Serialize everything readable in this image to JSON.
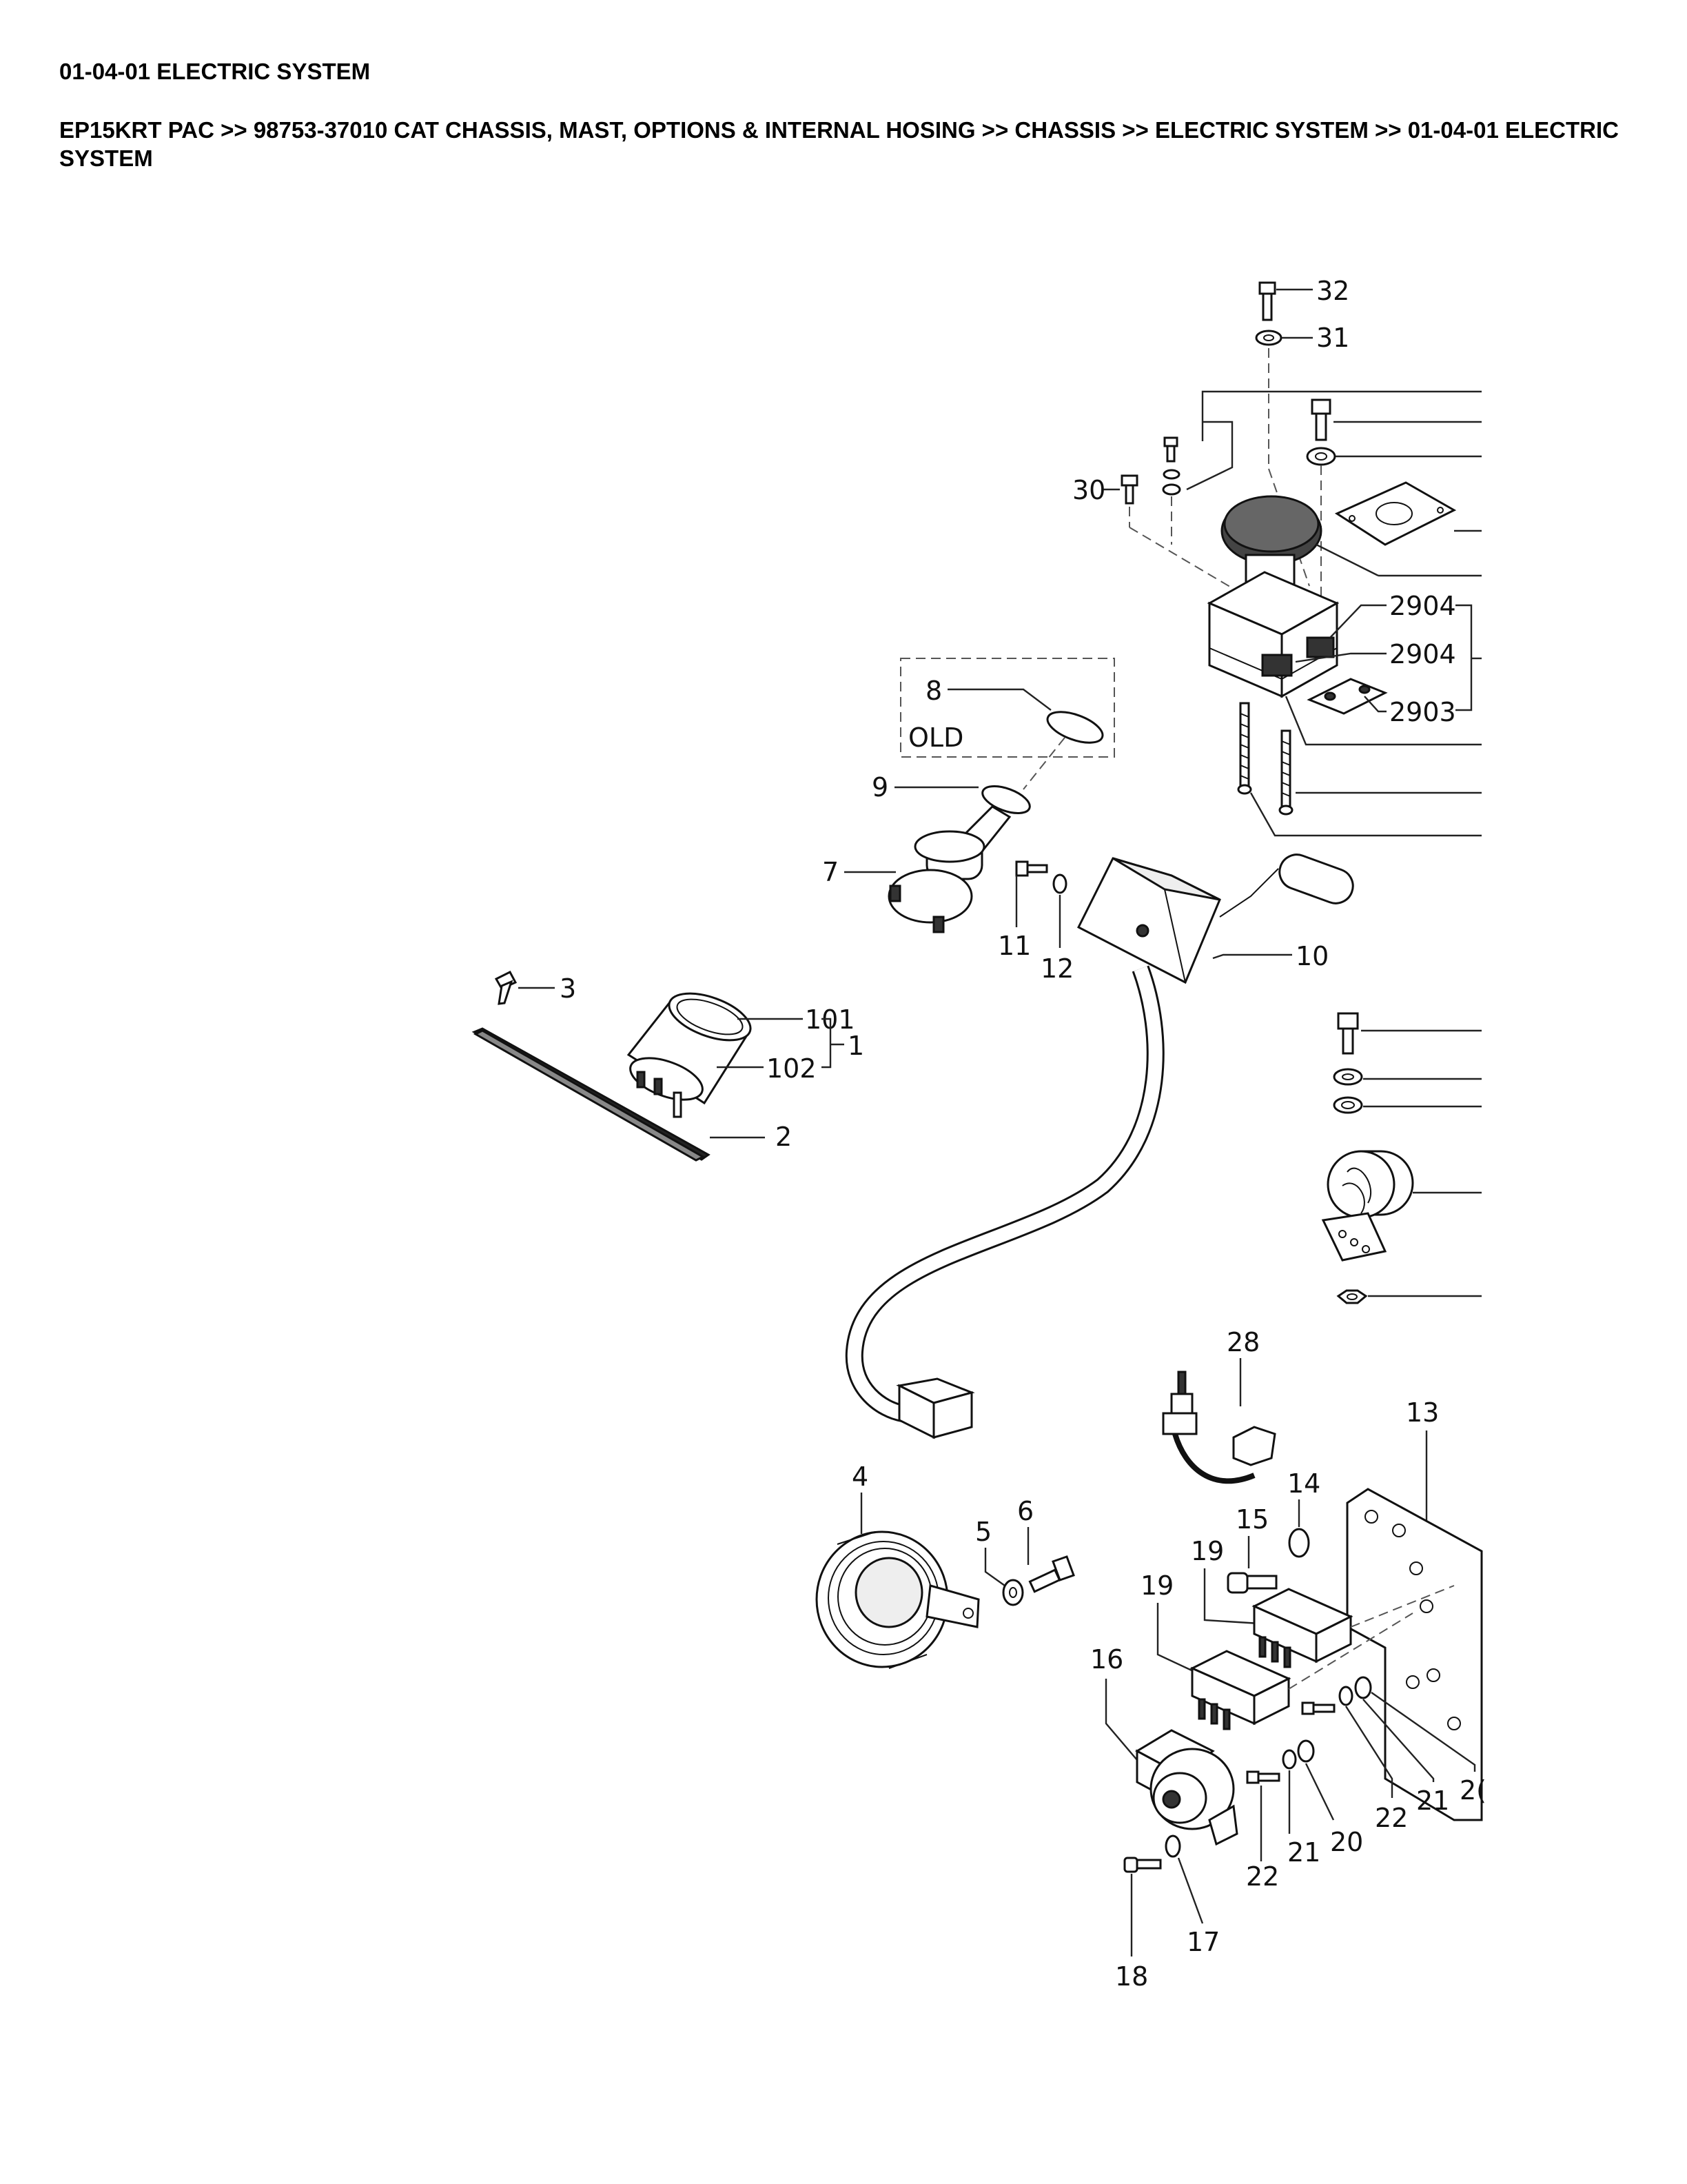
{
  "header": {
    "title": "01-04-01 ELECTRIC SYSTEM",
    "breadcrumb": "EP15KRT PAC >> 98753-37010 CAT CHASSIS, MAST, OPTIONS & INTERNAL HOSING >> CHASSIS >> ELECTRIC SYSTEM >> 01-04-01 ELECTRIC SYSTEM"
  },
  "diagram": {
    "labels": {
      "p32": "32",
      "p31": "31",
      "p30": "30",
      "p2904a": "2904",
      "p2904b": "2904",
      "p2903": "2903",
      "p8": "8",
      "old": "OLD",
      "p9": "9",
      "p7": "7",
      "p11": "11",
      "p12": "12",
      "p10": "10",
      "p3": "3",
      "p101": "101",
      "p102": "102",
      "p1": "1",
      "p2": "2",
      "p28": "28",
      "p13": "13",
      "p4": "4",
      "p5": "5",
      "p6": "6",
      "p14": "14",
      "p15": "15",
      "p19a": "19",
      "p19b": "19",
      "p16": "16",
      "p22a": "22",
      "p21a": "21",
      "p20a": "20",
      "p22b": "22",
      "p21b": "21",
      "p2c": "2(",
      "p17": "17",
      "p18": "18"
    }
  }
}
